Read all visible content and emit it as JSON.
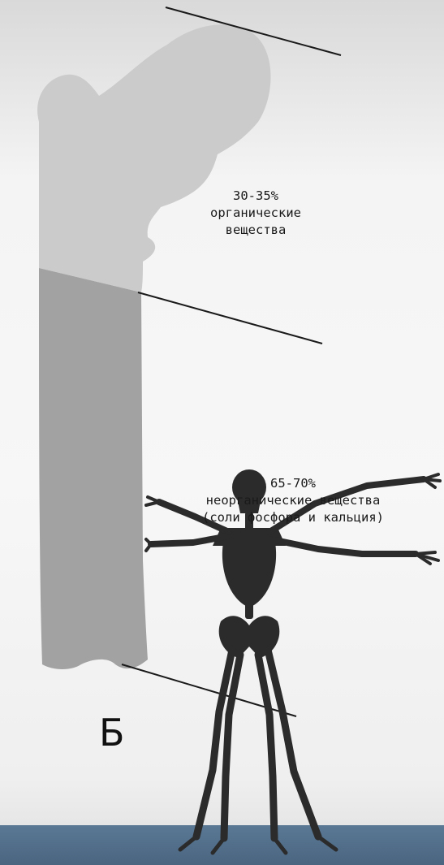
{
  "panel_letter": "Б",
  "organic": {
    "percent": "30-35%",
    "line1": "органические",
    "line2": "вещества"
  },
  "inorganic": {
    "percent": "65-70%",
    "line1": "неорганические вещества",
    "line2": "(соли фосфора и кальция)"
  },
  "colors": {
    "bone_upper": "#cbcbcb",
    "bone_lower": "#a2a2a2",
    "skeleton": "#2b2b2b",
    "floor": "#4f6c87",
    "leader_line": "#1a1a1a"
  }
}
